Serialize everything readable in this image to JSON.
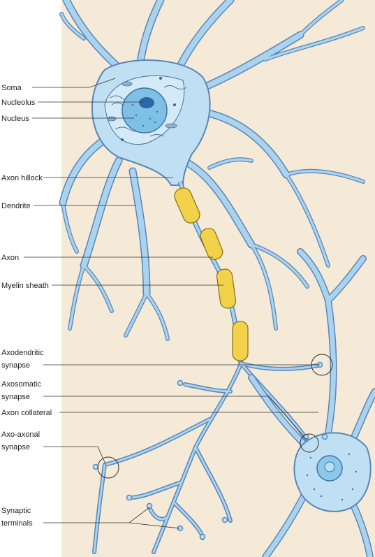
{
  "colors": {
    "background": "#f5e9d8",
    "cell_fill": "#bfe0f3",
    "cell_outline": "#5a86b8",
    "nucleus": "#7fc0e6",
    "nucleolus": "#2f64a8",
    "myelin": "#f2d24a"
  },
  "labels": {
    "soma": "Soma",
    "nucleolus": "Nucleolus",
    "nucleus": "Nucleus",
    "axon_hillock": "Axon hillock",
    "dendrite": "Dendrite",
    "axon": "Axon",
    "myelin_sheath": "Myelin sheath",
    "axodendritic_1": "Axodendritic",
    "axodendritic_2": "synapse",
    "axosomatic_1": "Axosomatic",
    "axosomatic_2": "synapse",
    "axon_collateral": "Axon collateral",
    "axoaxonal_1": "Axo-axonal",
    "axoaxonal_2": "synapse",
    "synaptic_1": "Synaptic",
    "synaptic_2": "terminals"
  }
}
